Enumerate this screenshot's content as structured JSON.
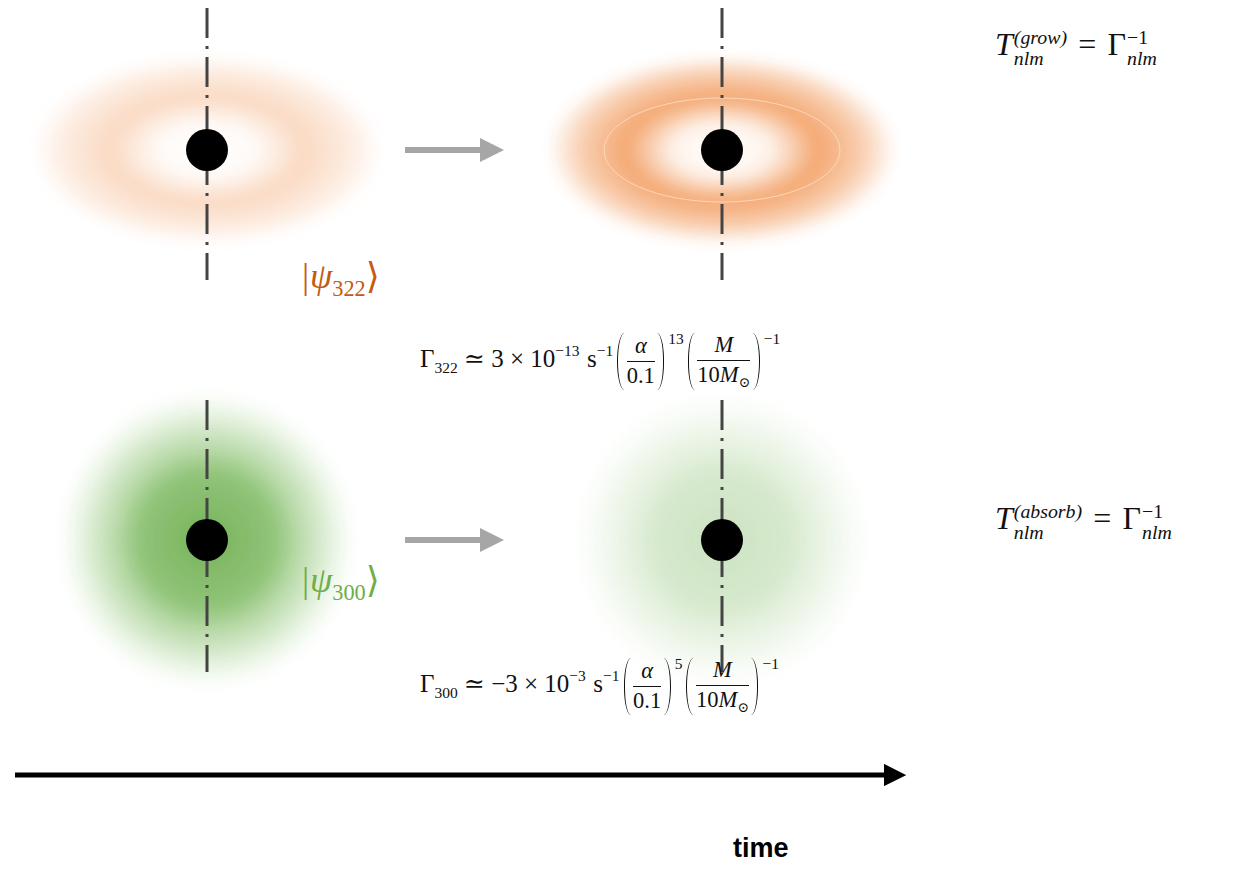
{
  "diagram": {
    "labels": [
      "T",
      "(grow)",
      "nlm",
      "=",
      "Γ",
      "−1",
      "nlm",
      "|ψ",
      "322",
      "⟩",
      "Γ",
      "322",
      "≃ 3 × 10",
      "−13",
      "s",
      "−1",
      "α",
      "0.1",
      "13",
      "M",
      "10",
      "M",
      "⊙",
      "−1",
      "T",
      "(absorb)",
      "nlm",
      "=",
      "Γ",
      "−1",
      "nlm",
      "|ψ",
      "300",
      "⟩",
      "Γ",
      "300",
      "≃ −3 × 10",
      "−3",
      "s",
      "−1",
      "α",
      "0.1",
      "5",
      "M",
      "10",
      "M",
      "⊙",
      "−1",
      "time"
    ]
  }
}
